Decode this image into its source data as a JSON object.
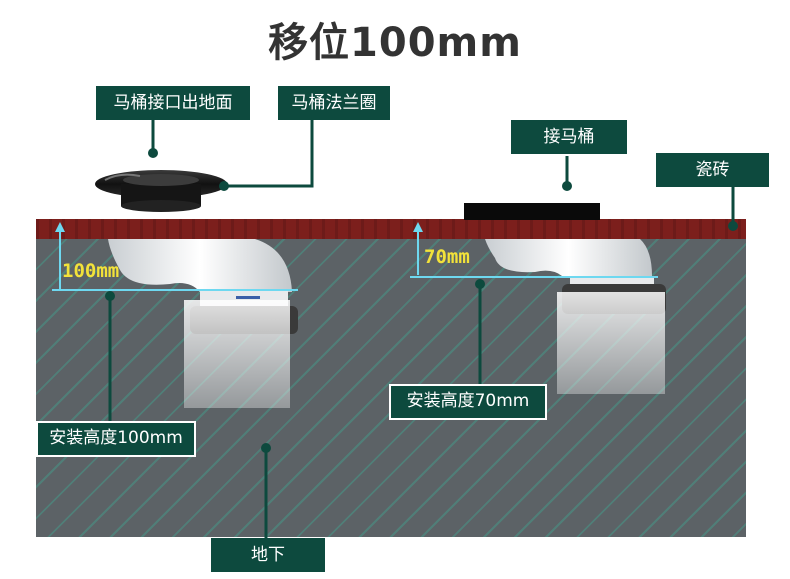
{
  "title": "移位100mm",
  "labels": {
    "outlet": "马桶接口出地面",
    "flange": "马桶法兰圈",
    "connect": "接马桶",
    "tile": "瓷砖",
    "install100": "安装高度100mm",
    "install70": "安装高度70mm",
    "underground": "地下"
  },
  "dimensions": {
    "left": "100mm",
    "right": "70mm"
  },
  "colors": {
    "label_bg": "#0d4a3e",
    "tile": "#7c1f1c",
    "ground": "#5c6266",
    "dimension_text": "#f2e23a",
    "measure_line": "#6ed8f0"
  }
}
